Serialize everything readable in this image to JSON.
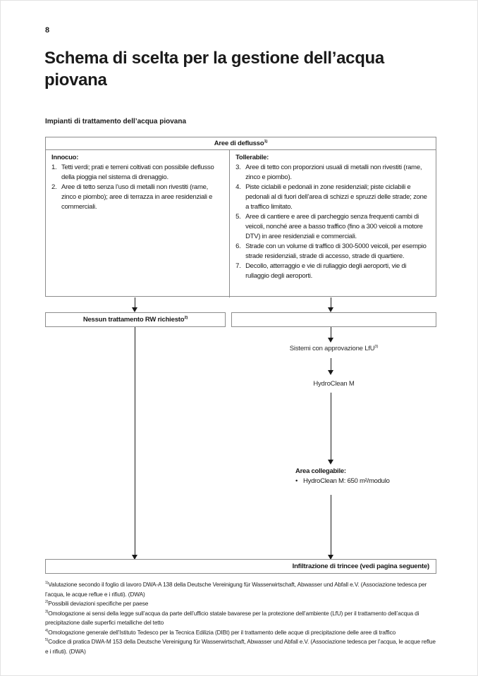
{
  "colors": {
    "text": "#1a1a1a",
    "border": "#8c8c8c",
    "background": "#ffffff"
  },
  "page": {
    "number": "8",
    "title": "Schema di scelta per la gestione dell’acqua piovana",
    "subtitle": "Impianti di trattamento dell’acqua piovana"
  },
  "table": {
    "header": "Aree di deflusso",
    "header_sup": "1)",
    "columns": [
      {
        "label": "Innocuo:",
        "items": [
          {
            "num": "1.",
            "text": "Tetti verdi; prati e terreni coltivati con possibile deflusso della pioggia nel sistema di drenaggio."
          },
          {
            "num": "2.",
            "text": "Aree di tetto senza l’uso di metalli non rivestiti (rame, zinco e piombo); aree di terrazza in aree residenziali e commerciali."
          }
        ]
      },
      {
        "label": "Tollerabile:",
        "items": [
          {
            "num": "3.",
            "text": "Aree di tetto con proporzioni usuali di metalli non rivestiti (rame, zinco e piombo)."
          },
          {
            "num": "4.",
            "text": "Piste ciclabili e pedonali in zone residenziali; piste ciclabili e pedonali al di fuori dell’area di schizzi e spruzzi delle strade; zone a traffico limitato."
          },
          {
            "num": "5.",
            "text": "Aree di cantiere e aree di parcheggio senza frequenti cambi di veicoli, nonché aree a basso traffico (fino a 300 veicoli a motore DTV) in aree residenziali e commerciali."
          },
          {
            "num": "6.",
            "text": "Strade con un volume di traffico di 300-5000 veicoli, per esempio strade residenziali, strade di accesso, strade di quartiere."
          },
          {
            "num": "7.",
            "text": "Decollo, atterraggio e vie di rullaggio degli aeroporti, vie di rullaggio degli aeroporti."
          }
        ]
      }
    ]
  },
  "flow": {
    "no_treatment": "Nessun trattamento RW richiesto",
    "no_treatment_sup": "2)",
    "lfu": "Sistemi con approvazione LfU",
    "lfu_sup": "3)",
    "product": "HydroClean M",
    "area_title": "Area collegabile:",
    "area_bullet": "•",
    "area_item": "HydroClean M: 650 m²/modulo",
    "bottom": "Infiltrazione di trincee (vedi pagina seguente)"
  },
  "footnotes": [
    {
      "sup": "1)",
      "text": "Valutazione secondo il foglio di lavoro DWA-A 138 della Deutsche Vereinigung für Wasserwirtschaft, Abwasser und Abfall e.V. (Associazione tedesca per l’acqua, le acque reflue e i rifiuti). (DWA)"
    },
    {
      "sup": "2)",
      "text": "Possibili deviazioni specifiche per paese"
    },
    {
      "sup": "3)",
      "text": "Omologazione ai sensi della legge sull’acqua da parte dell’ufficio statale bavarese per la protezione dell’ambiente (LfU) per il trattamento dell’acqua di precipitazione dalle superfici metalliche del tetto"
    },
    {
      "sup": "4)",
      "text": "Omologazione generale dell’Istituto Tedesco per la Tecnica Edilizia (DIBt) per il trattamento delle acque di precipitazione delle aree di traffico"
    },
    {
      "sup": "5)",
      "text": "Codice di pratica DWA-M 153 della Deutsche Vereinigung für Wasserwirtschaft, Abwasser und Abfall e.V. (Associazione tedesca per l’acqua, le acque reflue e i rifiuti). (DWA)"
    }
  ]
}
